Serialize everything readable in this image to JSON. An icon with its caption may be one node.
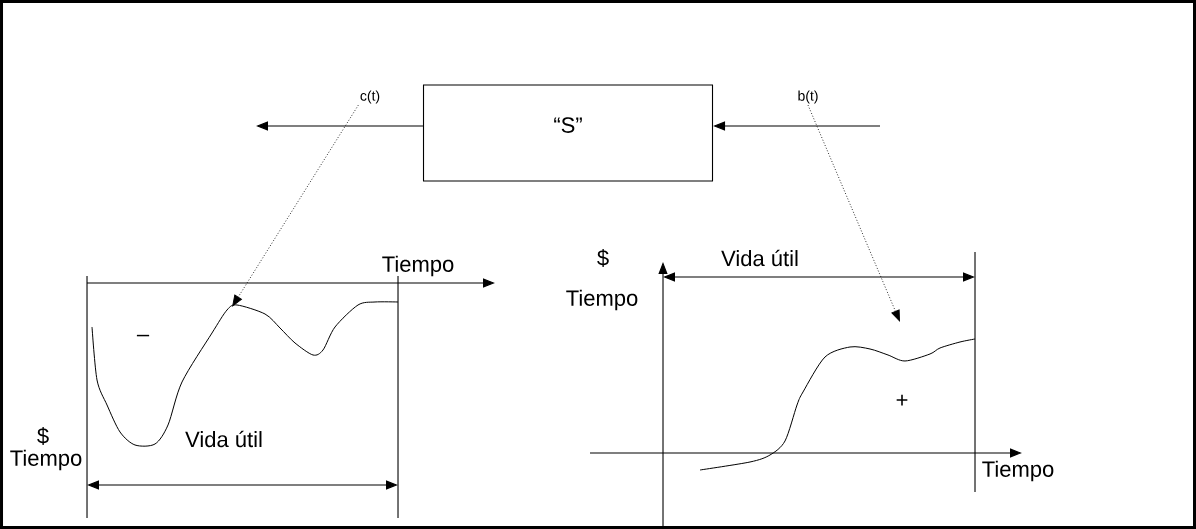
{
  "diagram": {
    "nodes": [
      {
        "text": [
          "“S”"
        ]
      },
      {
        "text": [
          "c(t)"
        ]
      },
      {
        "text": [
          "b(t)"
        ]
      },
      {
        "text": [],
        "shape": "picture"
      },
      {
        "text": [],
        "shape": "picture"
      }
    ],
    "edges": [
      {
        "from": 0,
        "to": null,
        "arrow": "to"
      },
      {
        "from": null,
        "to": 0,
        "arrow": "to"
      },
      {
        "from": 1,
        "to": 3,
        "arrow": "to",
        "style": "dashed"
      },
      {
        "from": 2,
        "to": null,
        "arrow": "to",
        "style": "dashed"
      }
    ],
    "labels": [
      "Tiempo",
      "$",
      "Vida útil",
      "Tiempo",
      "–",
      "+",
      "$",
      "Vida útil",
      "Tiempo",
      "Tiempo"
    ]
  }
}
